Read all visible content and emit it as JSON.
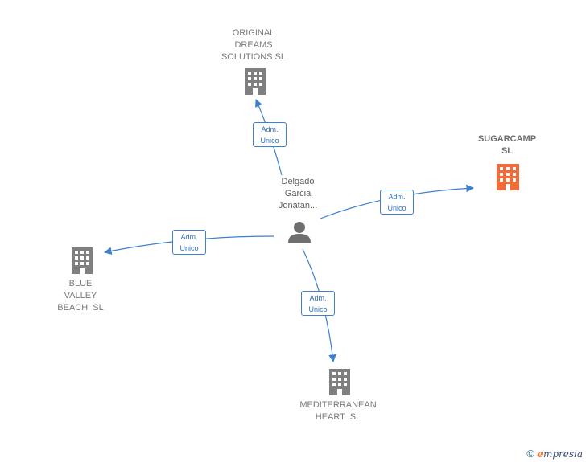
{
  "colors": {
    "edge": "#3d7fd0",
    "building": "#7f7f7f",
    "building_highlight": "#f26b3b",
    "person": "#6f6f6f"
  },
  "center": {
    "name_lines": [
      "Delgado",
      "Garcia",
      "Jonatan..."
    ],
    "icon": "person-icon"
  },
  "nodes": [
    {
      "id": "original-dreams",
      "lines": [
        "ORIGINAL",
        "DREAMS",
        "SOLUTIONS SL"
      ],
      "icon": "building-icon",
      "highlight": false
    },
    {
      "id": "sugarcamp",
      "lines": [
        "SUGARCAMP",
        "SL"
      ],
      "icon": "building-icon",
      "highlight": true
    },
    {
      "id": "blue-valley",
      "lines": [
        "BLUE",
        "VALLEY",
        "BEACH  SL"
      ],
      "icon": "building-icon",
      "highlight": false
    },
    {
      "id": "mediterranean",
      "lines": [
        "MEDITERRANEAN",
        "HEART  SL"
      ],
      "icon": "building-icon",
      "highlight": false
    }
  ],
  "edges": [
    {
      "to": "original-dreams",
      "label": [
        "Adm.",
        "Unico"
      ]
    },
    {
      "to": "sugarcamp",
      "label": [
        "Adm.",
        "Unico"
      ]
    },
    {
      "to": "blue-valley",
      "label": [
        "Adm.",
        "Unico"
      ]
    },
    {
      "to": "mediterranean",
      "label": [
        "Adm.",
        "Unico"
      ]
    }
  ],
  "footer": {
    "copyright": "©",
    "brand_e": "e",
    "brand_rest": "mpresia"
  }
}
